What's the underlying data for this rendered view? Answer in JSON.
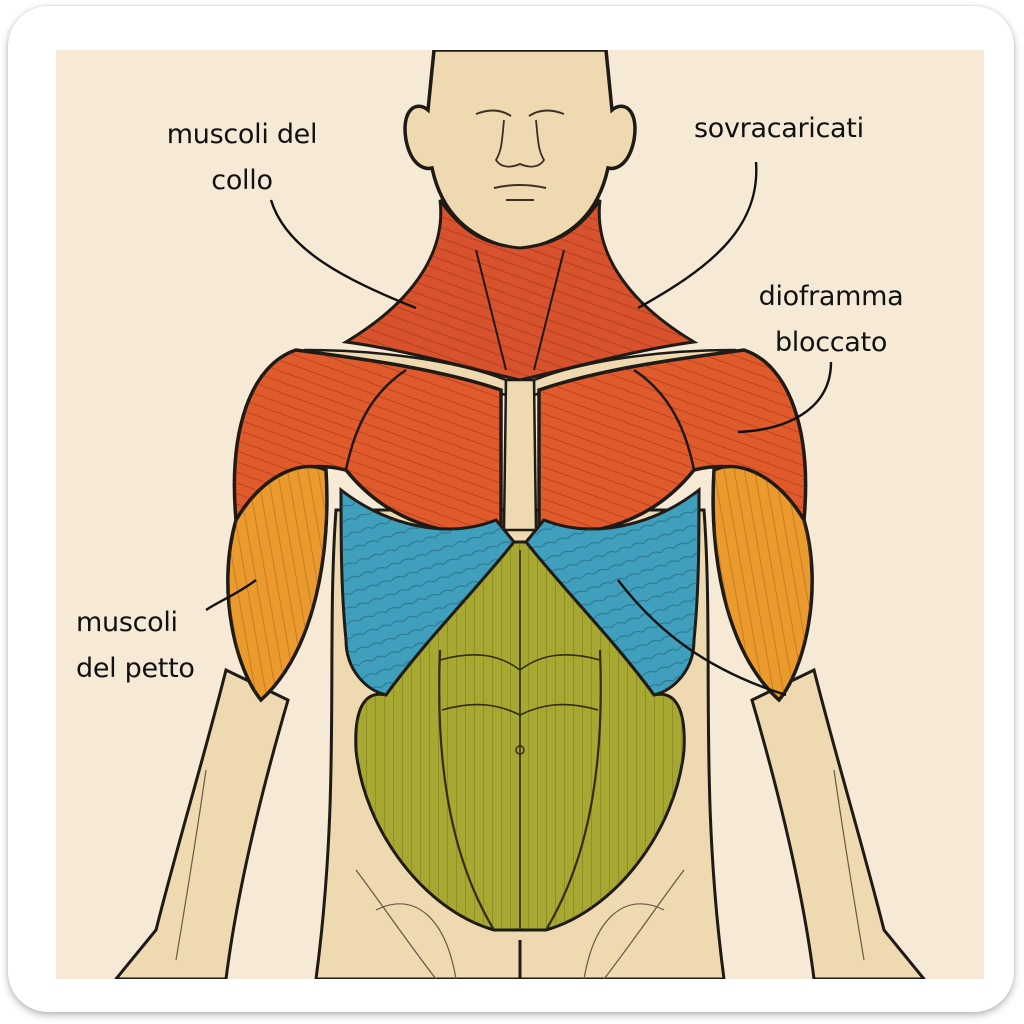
{
  "diagram": {
    "subject": "anatomical front view of upper body muscles",
    "background_color": "#f6ead6",
    "skin_color": "#efd9b0",
    "colors": {
      "neck_trapezius": "#d8522d",
      "deltoid_pectoral": "#e05a2c",
      "biceps": "#eb9a2e",
      "serratus_lats": "#3f9fbd",
      "abdominals": "#a6a832",
      "outline": "#1e1a15"
    },
    "labels": [
      {
        "id": "neck",
        "lines": [
          "muscoli del",
          "collo"
        ]
      },
      {
        "id": "overloaded",
        "lines": [
          "sovracaricati"
        ]
      },
      {
        "id": "diaphragm",
        "lines": [
          "dioframma",
          "bloccato"
        ]
      },
      {
        "id": "chest",
        "lines": [
          "muscoli",
          "del petto"
        ]
      }
    ]
  }
}
